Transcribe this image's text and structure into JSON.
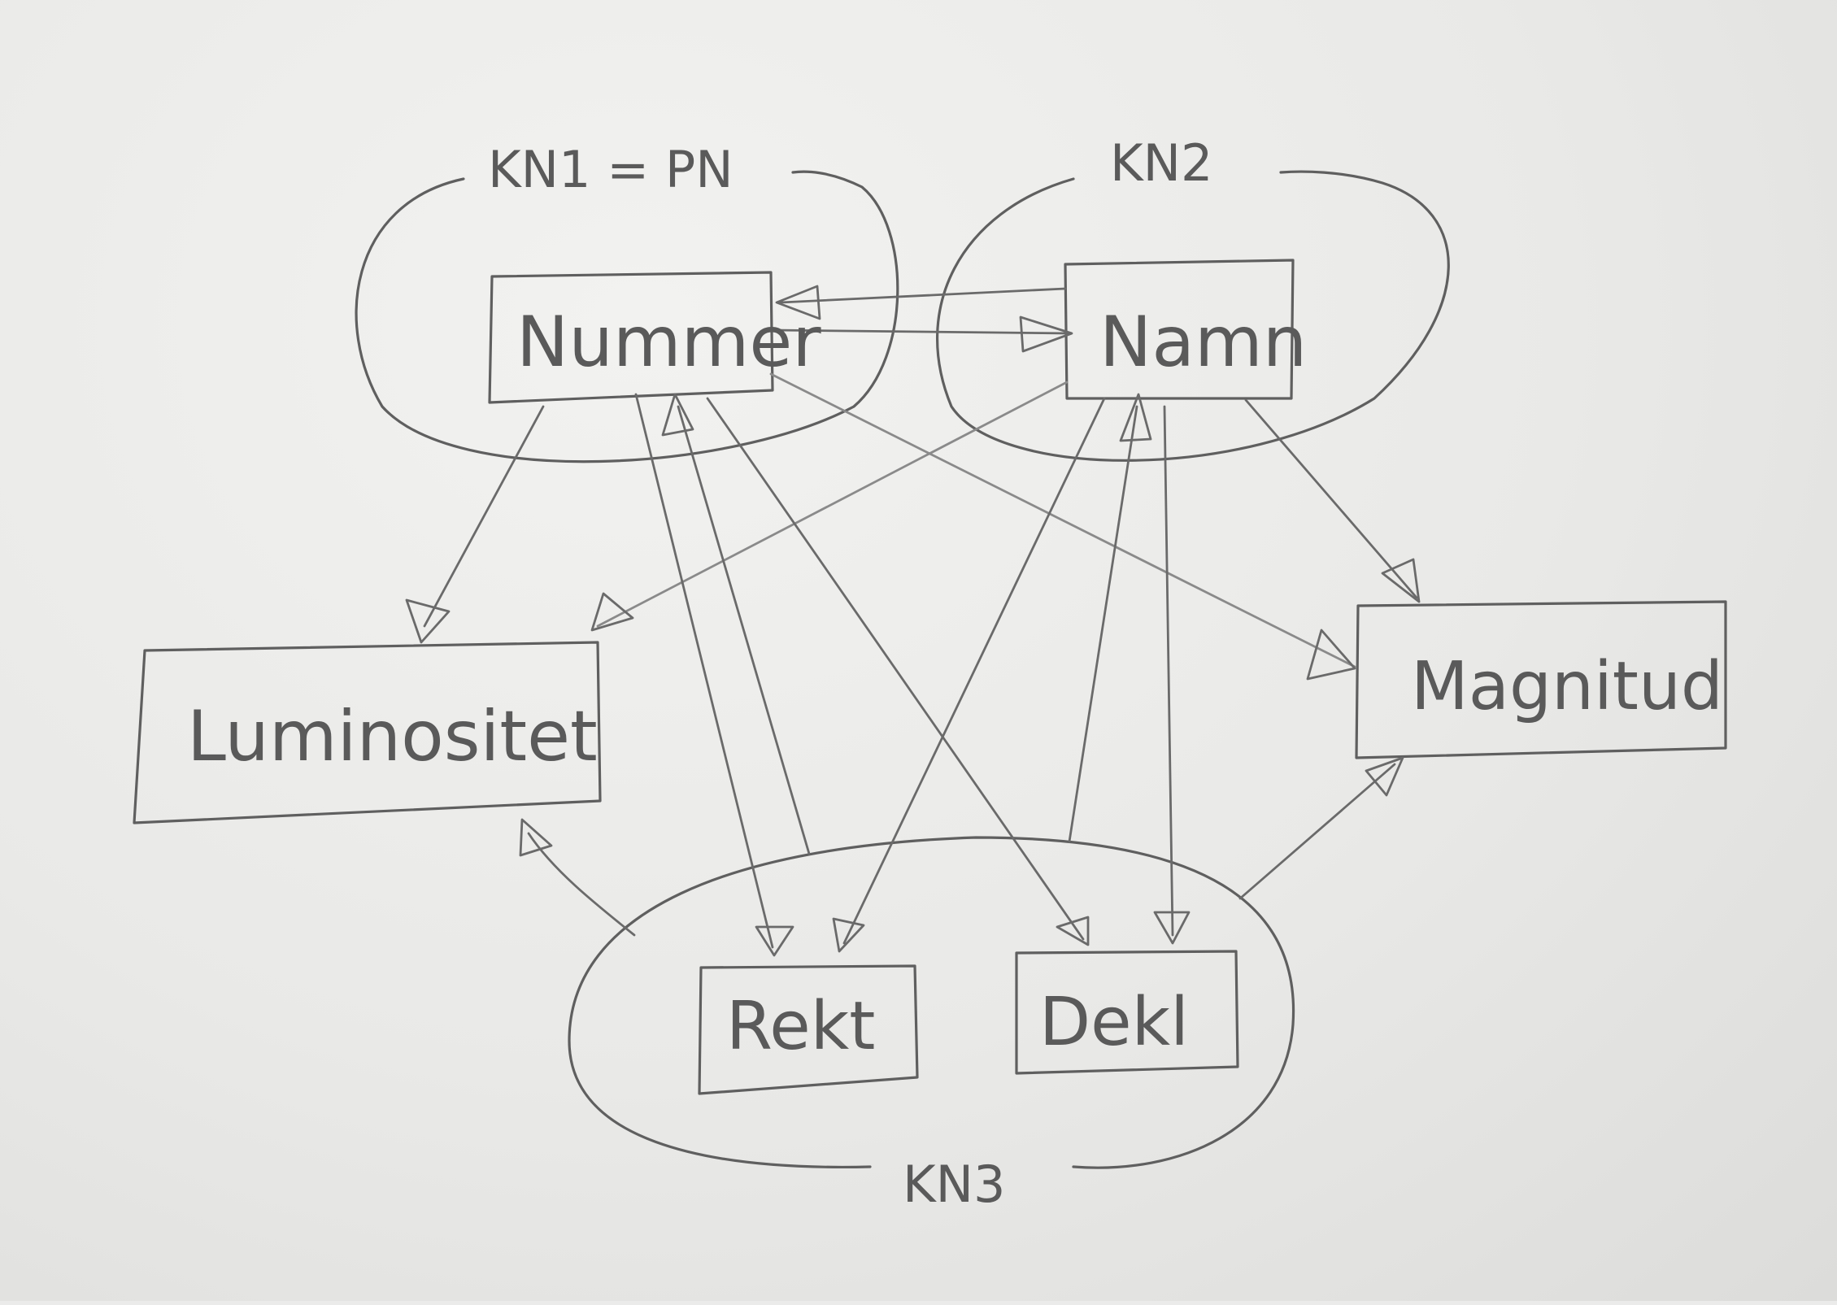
{
  "entities": {
    "nummer": "Nummer",
    "namn": "Namn",
    "luminositet": "Luminositet",
    "magnitud": "Magnitud",
    "rekt": "Rekt",
    "dekl": "Dekl"
  },
  "groups": {
    "kn1": "KN1 = PN",
    "kn2": "KN2",
    "kn3": "KN3"
  }
}
